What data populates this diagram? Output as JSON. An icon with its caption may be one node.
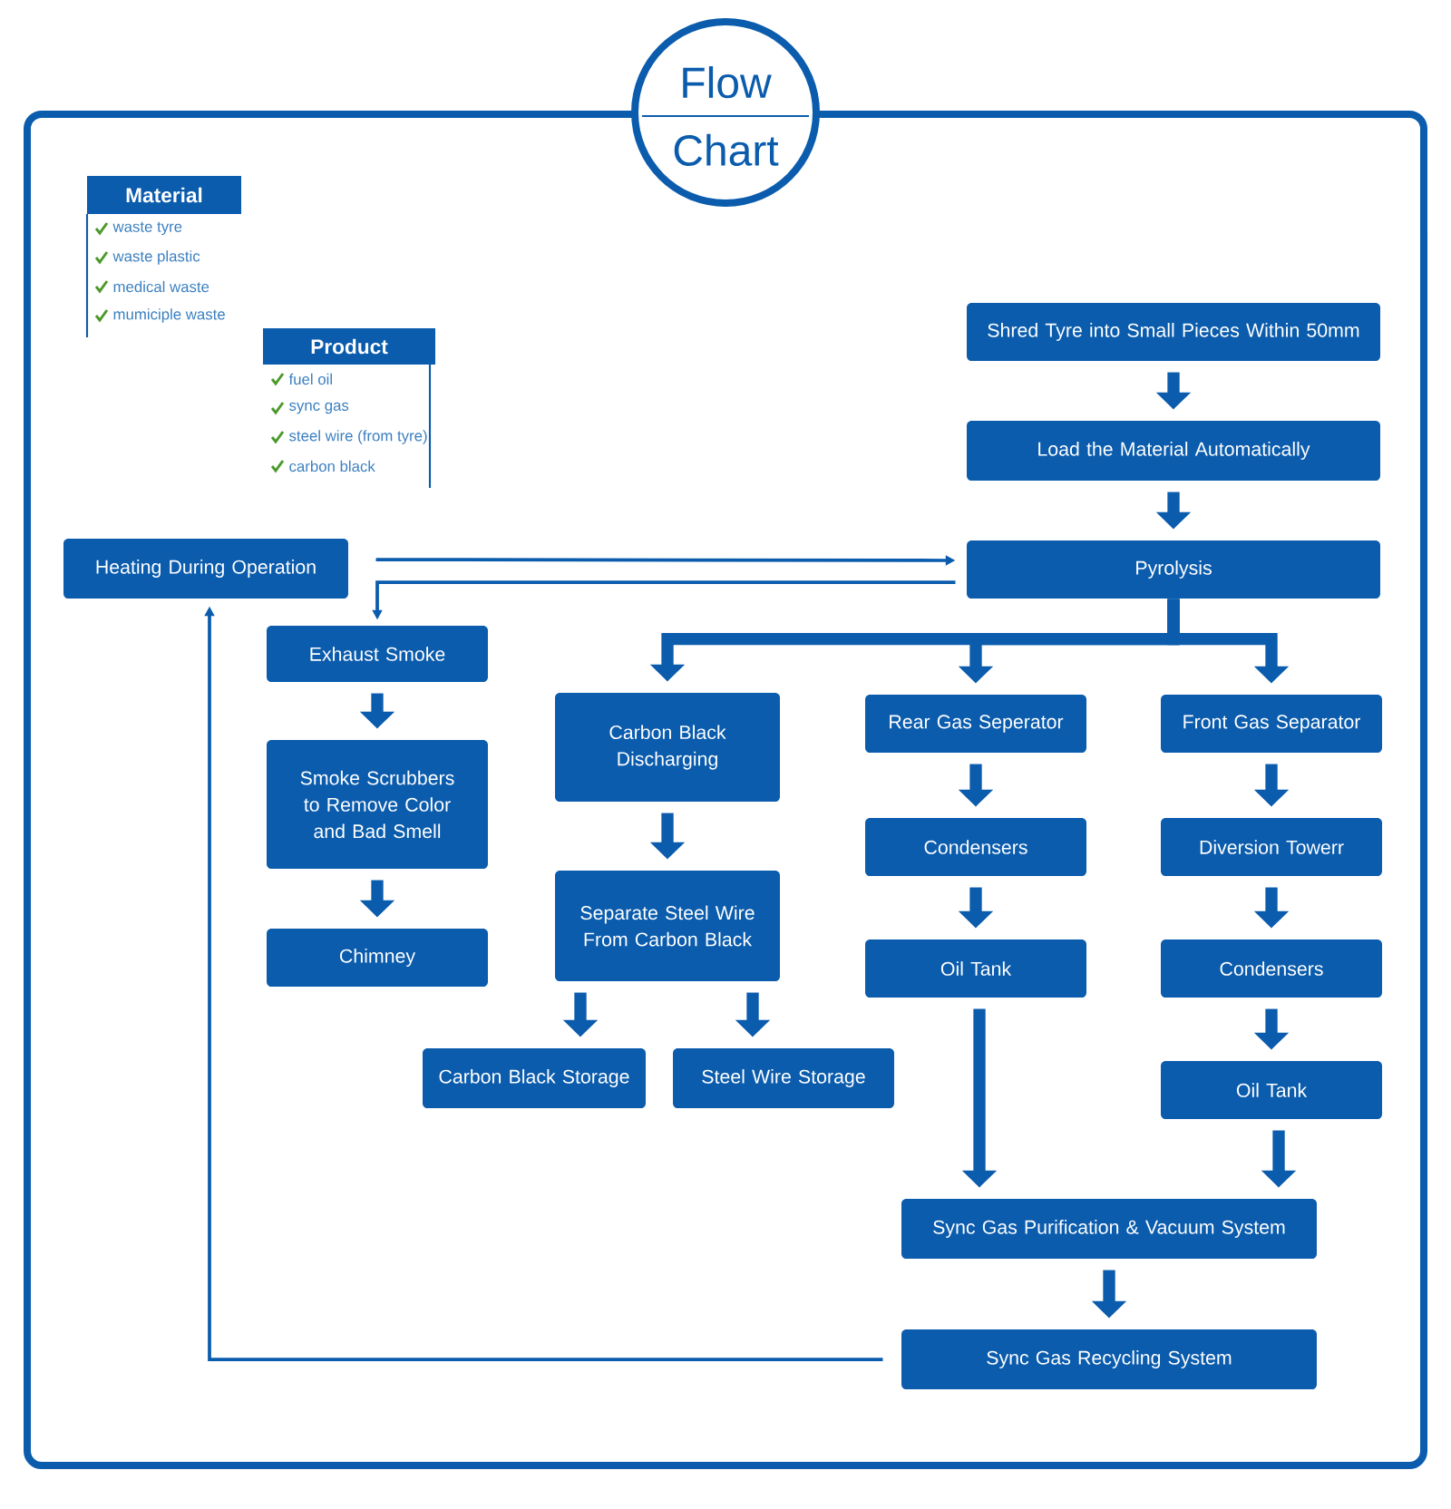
{
  "diagram": {
    "title": "Flow Chart",
    "nodes": [
      {
        "text": [
          "Material",
          "waste tyre",
          "waste plastic",
          "medical waste",
          "mumiciple waste"
        ]
      },
      {
        "text": [
          "Product",
          "fuel oil",
          "sync gas",
          "steel wire (from tyre)",
          "carbon black"
        ]
      },
      {
        "text": [
          "Shred Tyre into Small Pieces Within 50mm"
        ]
      },
      {
        "text": [
          "Load the Material Automatically"
        ]
      },
      {
        "text": [
          "Heating During Operation"
        ]
      },
      {
        "text": [
          "Pyrolysis"
        ]
      },
      {
        "text": [
          "Exhaust Smoke"
        ]
      },
      {
        "text": [
          "Smoke Scrubbers to Remove Color and Bad Smell"
        ]
      },
      {
        "text": [
          "Chimney"
        ]
      },
      {
        "text": [
          "Carbon Black Discharging"
        ]
      },
      {
        "text": [
          "Separate Steel Wire From Carbon Black"
        ]
      },
      {
        "text": [
          "Carbon Black Storage"
        ]
      },
      {
        "text": [
          "Steel Wire Storage"
        ]
      },
      {
        "text": [
          "Rear Gas Seperator"
        ]
      },
      {
        "text": [
          "Condensers"
        ]
      },
      {
        "text": [
          "Oil Tank"
        ]
      },
      {
        "text": [
          "Front  Gas Separator"
        ]
      },
      {
        "text": [
          "Diversion Towerr"
        ]
      },
      {
        "text": [
          "Condensers"
        ]
      },
      {
        "text": [
          "Oil Tank"
        ]
      },
      {
        "text": [
          "Sync Gas Purification & Vacuum System"
        ]
      },
      {
        "text": [
          "Sync Gas Recycling System"
        ]
      }
    ],
    "edges": [
      {
        "from": 4,
        "to": 5,
        "arrow": "to"
      },
      {
        "from": 5,
        "to": 6,
        "arrow": "to"
      },
      {
        "from": 21,
        "to": 4,
        "arrow": "to"
      },
      {
        "from": 2,
        "to": 3,
        "arrow": "to"
      },
      {
        "from": 3,
        "to": 5,
        "arrow": "to"
      },
      {
        "from": 5,
        "to": 9,
        "arrow": "to"
      },
      {
        "from": 5,
        "to": 13,
        "arrow": "to"
      },
      {
        "from": 5,
        "to": 16,
        "arrow": "to"
      },
      {
        "from": 6,
        "to": 7,
        "arrow": "to"
      },
      {
        "from": 7,
        "to": 8,
        "arrow": "to"
      },
      {
        "from": 9,
        "to": 10,
        "arrow": "to"
      },
      {
        "from": 10,
        "to": 11,
        "arrow": "to"
      },
      {
        "from": 10,
        "to": 12,
        "arrow": "to"
      },
      {
        "from": 13,
        "to": 14,
        "arrow": "to"
      },
      {
        "from": 14,
        "to": 15,
        "arrow": "to"
      },
      {
        "from": 15,
        "to": 20,
        "arrow": "to"
      },
      {
        "from": 16,
        "to": 17,
        "arrow": "to"
      },
      {
        "from": 17,
        "to": 18,
        "arrow": "to"
      },
      {
        "from": 18,
        "to": 19,
        "arrow": "to"
      },
      {
        "from": 19,
        "to": 20,
        "arrow": "to"
      },
      {
        "from": 20,
        "to": 21,
        "arrow": "to"
      }
    ]
  }
}
